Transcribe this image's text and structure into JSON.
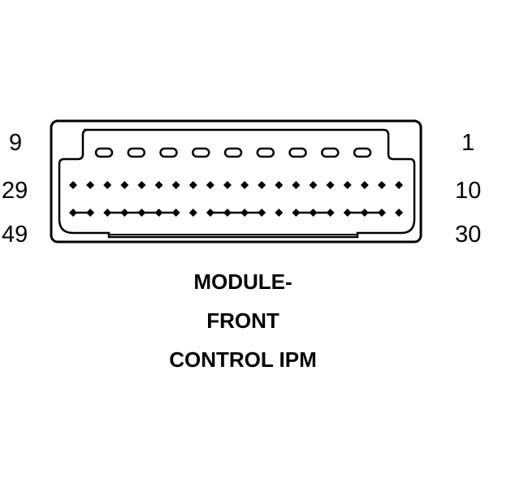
{
  "connector": {
    "pin_labels": {
      "top_left": "9",
      "top_right": "1",
      "middle_left": "29",
      "middle_right": "10",
      "bottom_left": "49",
      "bottom_right": "30"
    },
    "rows": [
      {
        "pins": 9,
        "shape": "oval",
        "first_pin": 9,
        "last_pin": 1
      },
      {
        "pins": 20,
        "shape": "diamond",
        "first_pin": 29,
        "last_pin": 10
      },
      {
        "pins": 20,
        "shape": "diamond",
        "first_pin": 49,
        "last_pin": 30
      }
    ]
  },
  "caption": {
    "line1": "MODULE-",
    "line2": "FRONT",
    "line3": "CONTROL IPM"
  }
}
